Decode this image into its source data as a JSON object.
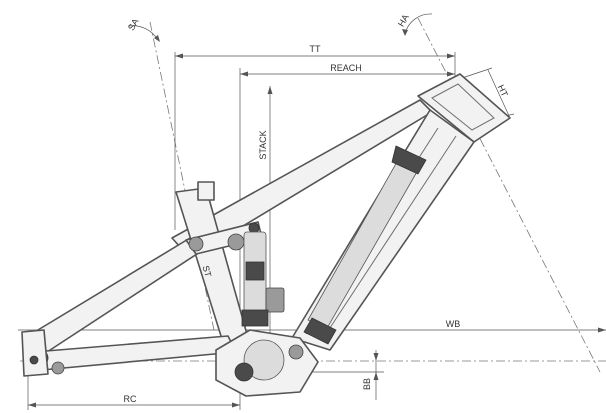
{
  "dimension_labels": {
    "tt": "TT",
    "reach": "REACH",
    "stack": "STACK",
    "ht": "HT",
    "sa": "SA",
    "ha": "HA",
    "st": "ST",
    "wb": "WB",
    "rc": "RC",
    "bb": "BB"
  }
}
